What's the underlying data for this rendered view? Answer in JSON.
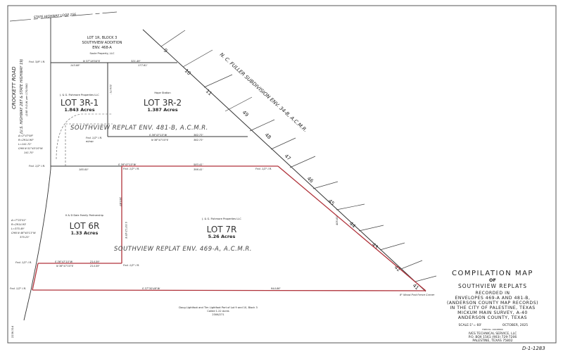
{
  "highway": "STATE HIGHWAY LOOP 256",
  "road": {
    "name": "CROCKETT ROAD",
    "sub": "(U.S. HIGHWAY 287 & STATE HIGHWAY 19)",
    "row": "(100' R.O.W. per 170/306)"
  },
  "subdivision_label": "N. C. FULLER SUBDIVISION  ENV. 34-B, A.C.M.R.",
  "lots": [
    {
      "id": "lot-1r",
      "name": "LOT 1R, BLOCK 3",
      "line2": "SOUTHVIEW ADDITION",
      "line3": "ENV. 468-A",
      "owner": "Soule Property, LLC"
    },
    {
      "id": "lot-3r-1",
      "name": "LOT 3R-1",
      "acres": "1.843 Acres",
      "owner": "J. & G. Fishmore Properties LLC"
    },
    {
      "id": "lot-3r-2",
      "name": "LOT 3R-2",
      "acres": "1.387 Acres",
      "owner": "Hope Station"
    },
    {
      "id": "lot-6r",
      "name": "LOT 6R",
      "acres": "1.33 Acres",
      "owner": "K & D Dale Family Partnership"
    },
    {
      "id": "lot-7r",
      "name": "LOT 7R",
      "acres": "5.26 Acres",
      "owner": "J. & G. Fishmore Properties LLC"
    }
  ],
  "replats": [
    "SOUTHVIEW REPLAT  ENV. 481-B, A.C.M.R.",
    "SOUTHVIEW REPLAT  ENV. 469-A, A.C.M.R."
  ],
  "fuller_lots": [
    "9",
    "10",
    "11",
    "49",
    "48",
    "47",
    "46",
    "45",
    "44",
    "43",
    "42",
    "41"
  ],
  "calls": {
    "top": "N 37°18'54\"E",
    "top_dist": "321.49'",
    "top_a": "143.88'",
    "top_b": "177.61'",
    "mid_s": "S 36°47'15\"W",
    "mid_s_dist": "362.73'",
    "mid_n": "N 36°47'15\"E",
    "mid_n_dist": "362.73'",
    "lot7_top": "S 36°47'15\"W",
    "lot7_top_dist": "583.41'",
    "lot7_top_b": "398.41'",
    "west_dist": "185.00'",
    "lot6_s": "S 36°47'15\"W",
    "lot6_s_dist": "214.59'",
    "lot6_n": "N 36°47'15\"E",
    "lot6_n_dist": "214.59'",
    "bottom": "S 37°30'46\"W",
    "bottom_dist": "944.86'",
    "vert1": "263.65'",
    "vert2": "S 53°12'45\"E",
    "lot3_vert": "224.71'",
    "curve1": [
      "Δ=2°47'08\"",
      "R=2914.90\"",
      "L=141.72'",
      "CHN N 51°45'10\"W",
      "141.70'"
    ],
    "curve2": [
      "Δ=7°22'51\"",
      "R=2914.93'",
      "L=375.49'",
      "CHN N 46°40'11\"W",
      "375.23'"
    ],
    "diag_dist": "405.63'",
    "fnd": "Fnd. 1/2\" I.R.",
    "fnd_cap": "w/cap",
    "fnd_38": "Fnd. 3/8\" I.R.",
    "corner": "8\" Wood Post Fence Corner"
  },
  "south_owner": [
    "Doug Lightfoot and Tim Lightfoot  Part of Lot 9 and 10, Block 3",
    "Called 1.22 Acres",
    "2306/271"
  ],
  "title_block": {
    "title": "COMPILATION MAP",
    "of": "OF",
    "subtitle": "SOUTHVIEW REPLATS",
    "lines": [
      "RECORDED IN",
      "ENVELOPES 469-A AND 481-B,",
      "(ANDERSON COUNTY MAP RECORDS)",
      "IN THE CITY OF PALESTINE, TEXAS",
      "MICKUM MAIN SURVEY, A-40",
      "ANDERSON COUNTY, TEXAS"
    ],
    "scale": "SCALE:1\"= 60'",
    "date": "OCTOBER, 2025",
    "firm": "FIRM No. 10048800",
    "company": [
      "IVES TECHNICAL SERVICE, LLC",
      "P.O. BOX 1561  (903) 729-7206",
      "PALESTINE, TEXAS 75802"
    ]
  },
  "sheet_no": "D-1-1283",
  "side_note": "2236.314",
  "colors": {
    "boundary": "#b0323a",
    "lines": "#333333"
  }
}
